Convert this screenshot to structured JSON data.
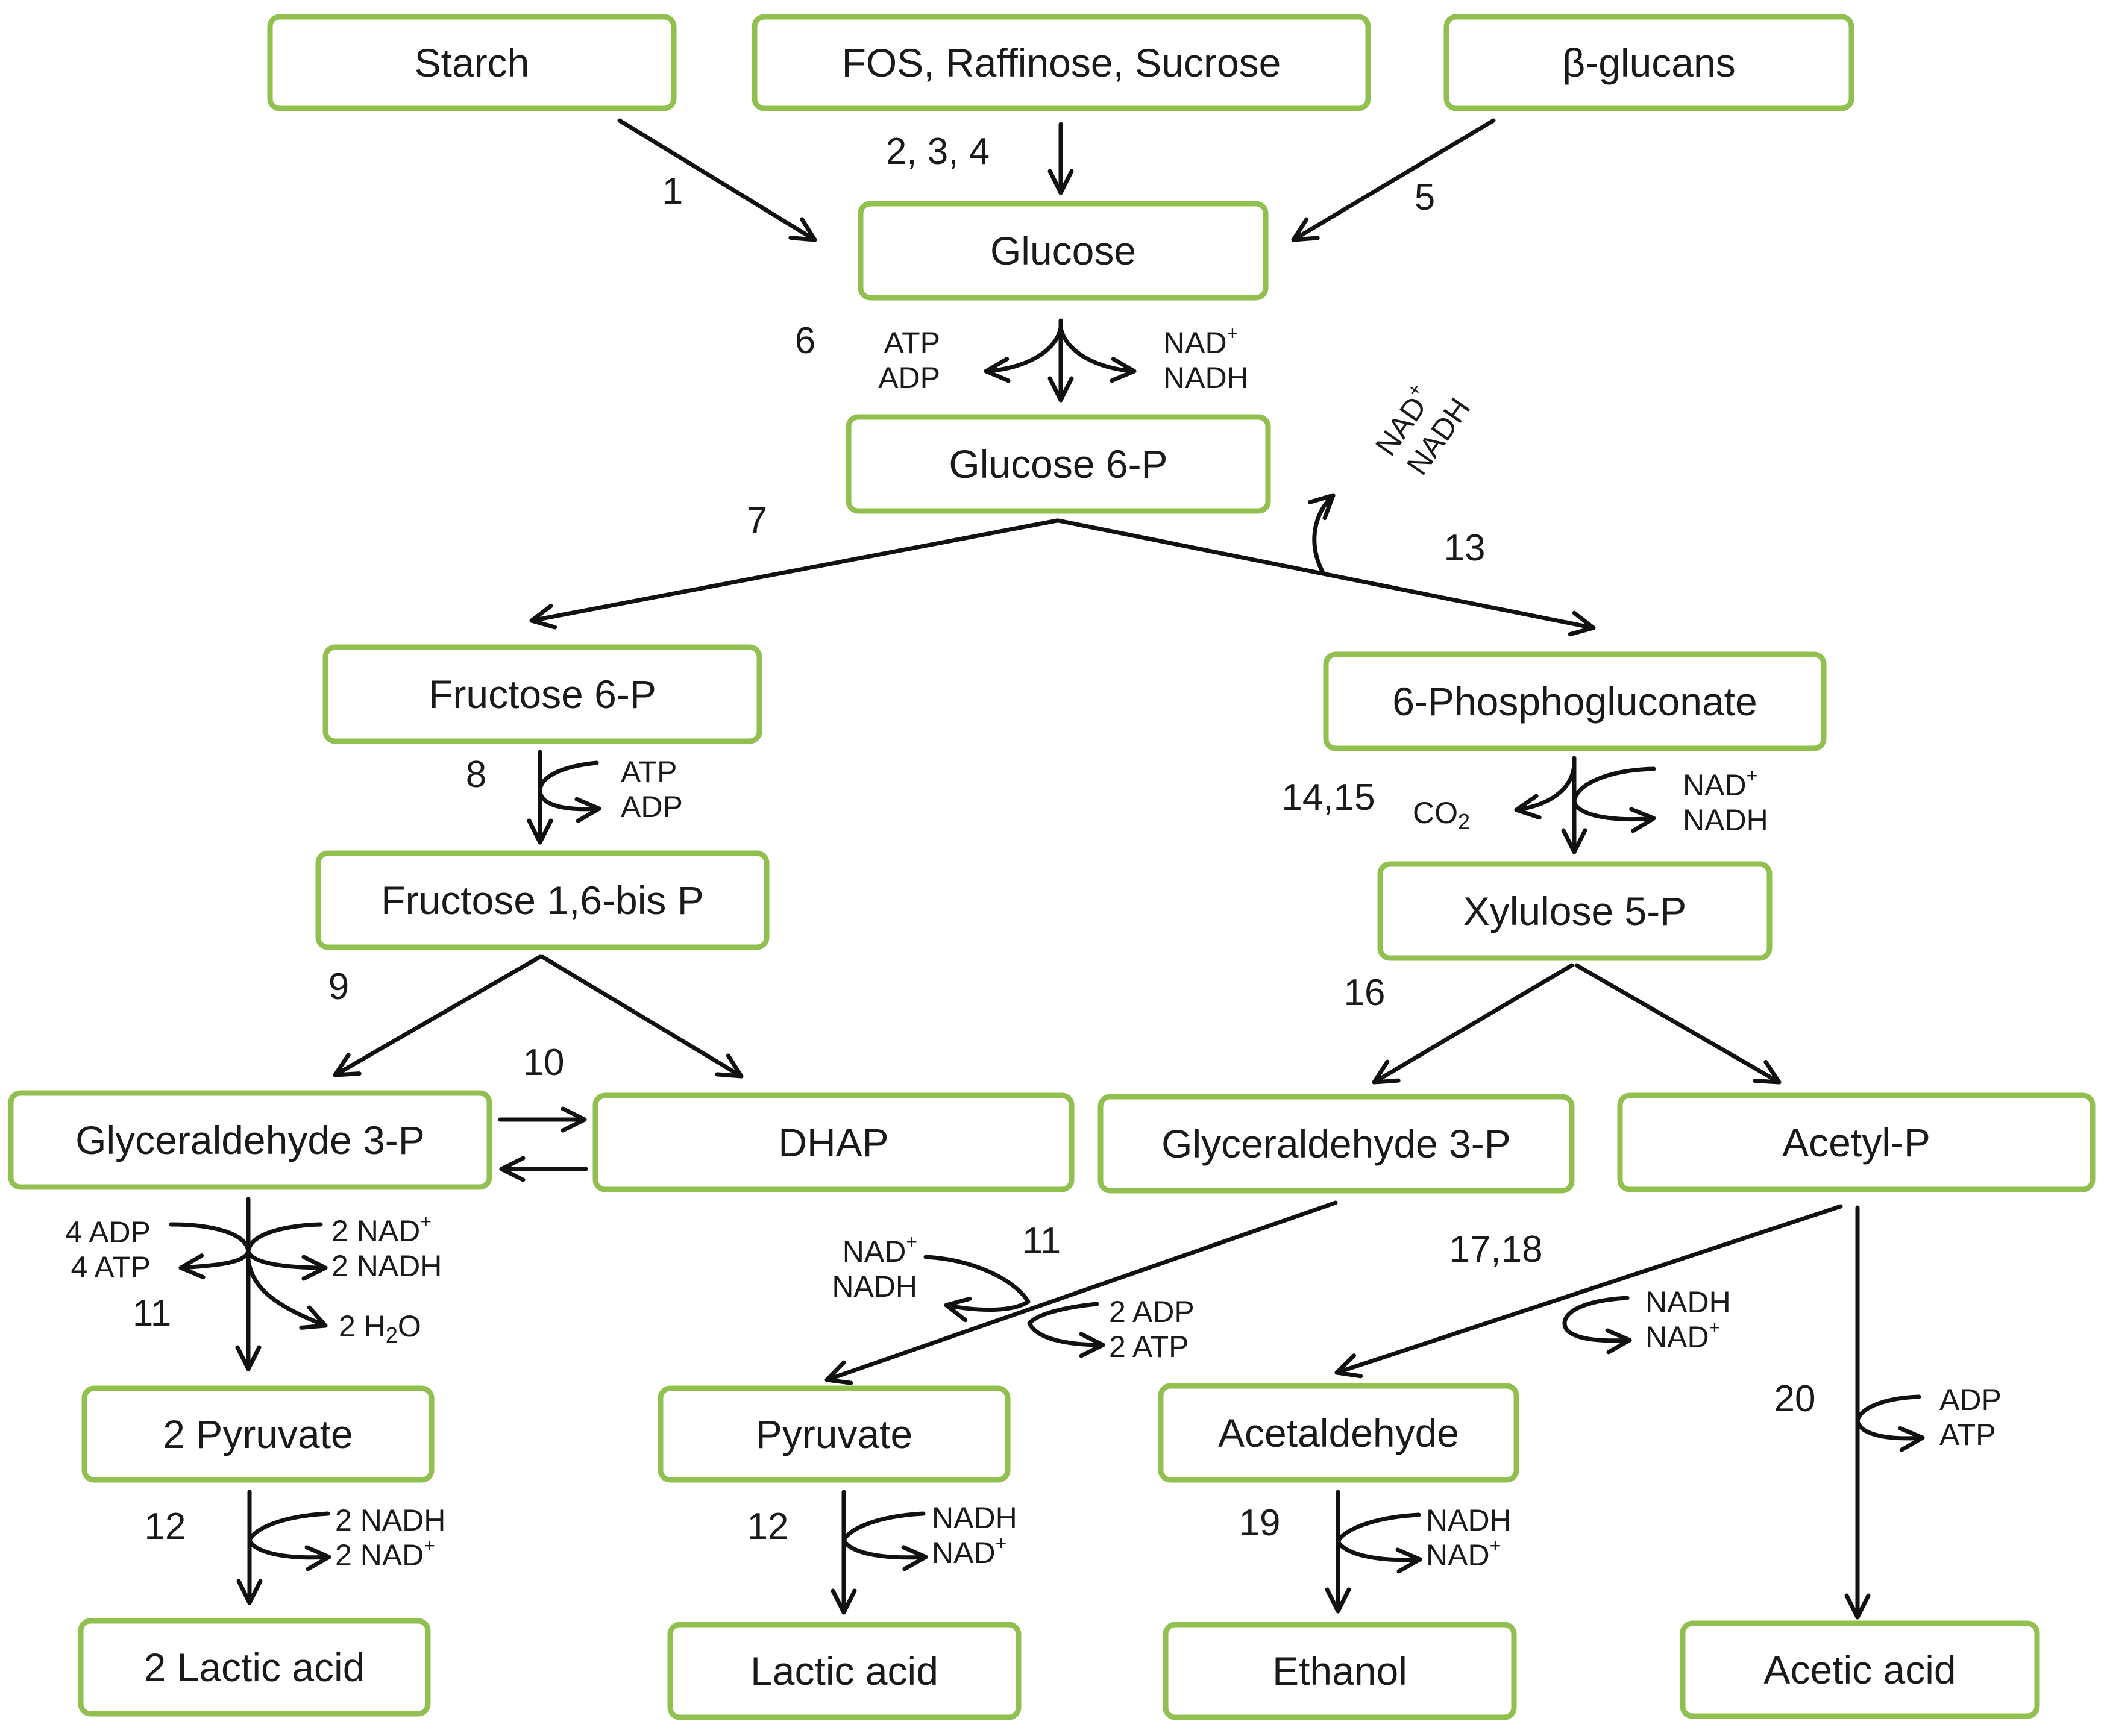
{
  "diagram": {
    "nodes": {
      "starch": "Starch",
      "fos": "FOS, Raffinose, Sucrose",
      "bglucans": "β-glucans",
      "glucose": "Glucose",
      "glucose6p": "Glucose 6-P",
      "fructose6p": "Fructose 6-P",
      "phosphogluconate": "6-Phosphogluconate",
      "fructose16bp": "Fructose 1,6-bis P",
      "xylulose5p": "Xylulose 5-P",
      "g3p_left": "Glyceraldehyde 3-P",
      "dhap": "DHAP",
      "g3p_right": "Glyceraldehyde 3-P",
      "acetylp": "Acetyl-P",
      "pyruvate2": "2 Pyruvate",
      "pyruvate": "Pyruvate",
      "acetaldehyde": "Acetaldehyde",
      "lactic2": "2 Lactic acid",
      "lactic": "Lactic acid",
      "ethanol": "Ethanol",
      "acetic": "Acetic acid"
    },
    "steps": {
      "s1": "1",
      "s234": "2, 3, 4",
      "s5": "5",
      "s6": "6",
      "s7": "7",
      "s13": "13",
      "s8": "8",
      "s1415": "14,15",
      "s9": "9",
      "s16": "16",
      "s10": "10",
      "s11a": "11",
      "s11b": "11",
      "s1718": "17,18",
      "s20": "20",
      "s12a": "12",
      "s12b": "12",
      "s19": "19"
    },
    "cofactors": {
      "atp": "ATP",
      "adp": "ADP",
      "nad": "NAD",
      "nadh": "NADH",
      "co2": "CO",
      "h2o": "H",
      "two_nad": "2 NAD",
      "two_nadh": "2 NADH",
      "four_adp": "4 ADP",
      "four_atp": "4 ATP",
      "two_adp": "2 ADP",
      "two_atp": "2 ATP",
      "two": "2 ",
      "sub2": "2",
      "o": "O",
      "plus": "+"
    }
  }
}
